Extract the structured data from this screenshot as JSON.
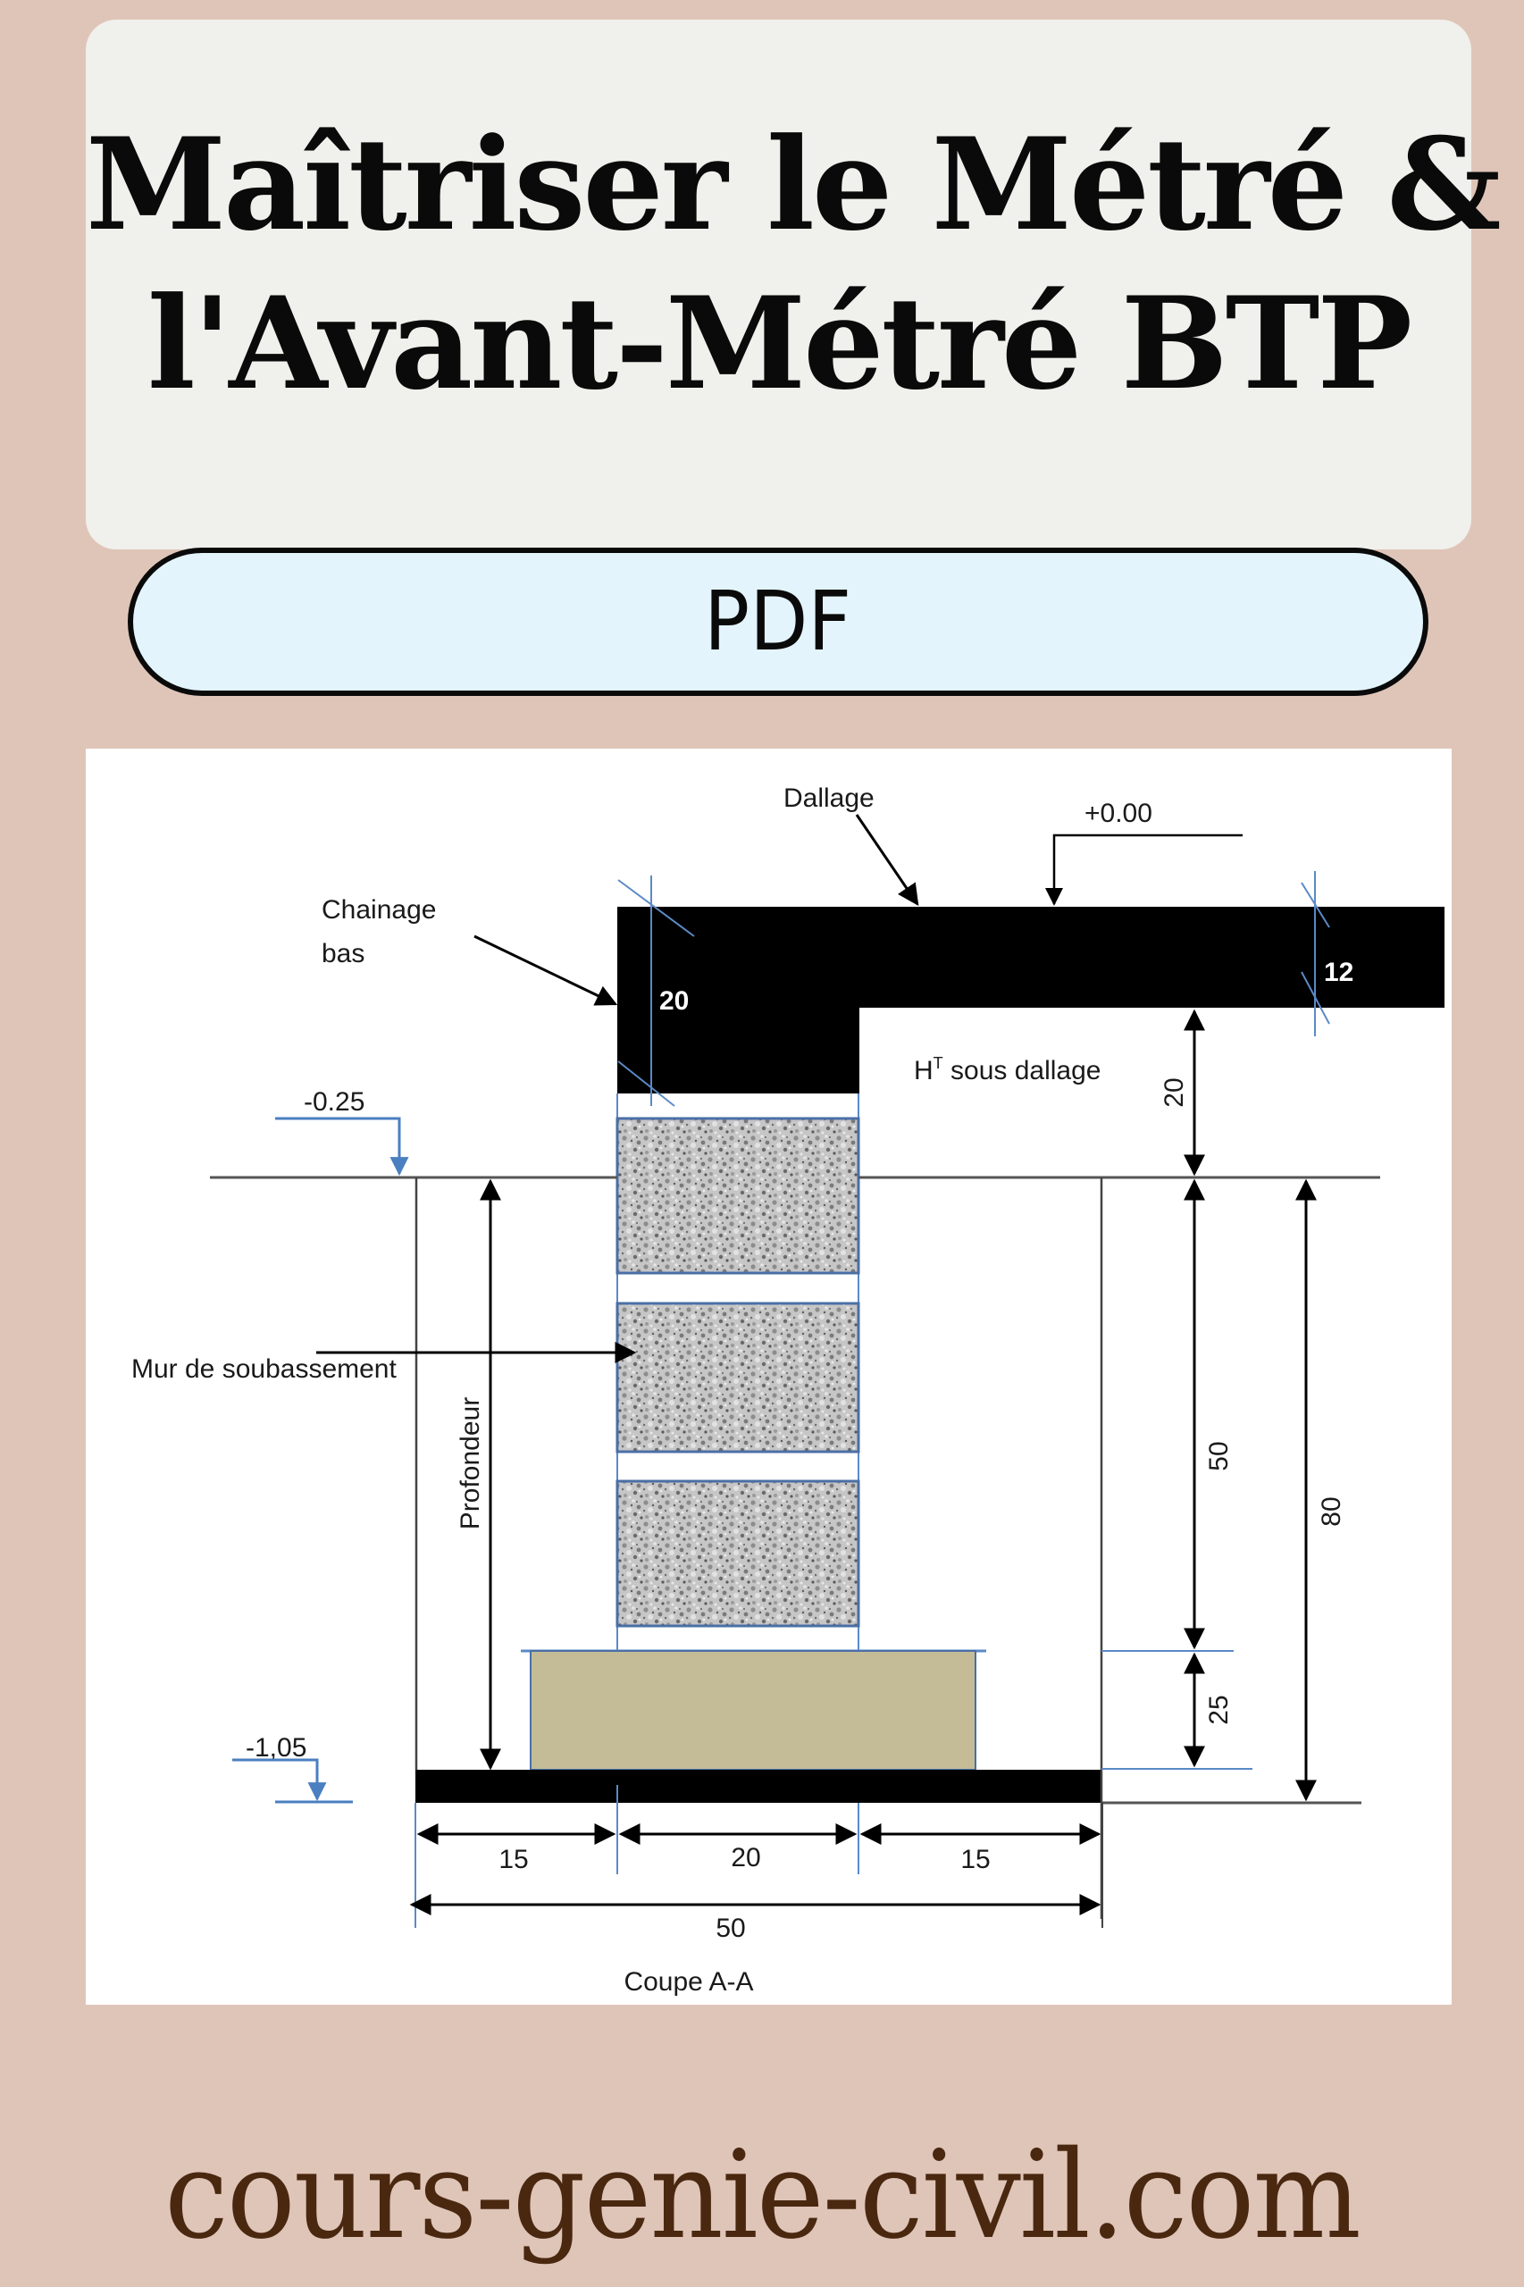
{
  "title": {
    "line1": "Maîtriser le Métré &",
    "line2": "l'Avant-Métré BTP"
  },
  "badge": {
    "label": "PDF"
  },
  "drawing": {
    "caption": "Coupe A-A",
    "labels": {
      "dallage": "Dallage",
      "level_top": "+0.00",
      "chainage_line1": "Chainage",
      "chainage_line2": "bas",
      "chainage_height": "20",
      "slab_thickness": "12",
      "ht_prefix": "H",
      "ht_superscript": "T",
      "ht_suffix": " sous dallage",
      "ht_value": "20",
      "level_ground": "-0.25",
      "level_bottom": "-1,05",
      "wall": "Mur de soubassement",
      "depth": "Profondeur",
      "wall_height": "50",
      "footing_height": "25",
      "total_height": "80",
      "width_left": "15",
      "width_mid": "20",
      "width_right": "15",
      "width_total": "50"
    },
    "colors": {
      "concrete": "#000000",
      "footing": "#c4bc97",
      "aggregate": "#c9c9c9",
      "block_border": "#4a6fa5",
      "guide_blue": "#5b8ac7"
    }
  },
  "footer": {
    "site": "cours-genie-civil.com"
  },
  "colors": {
    "background": "#dfc5b8",
    "title_box": "#f0f0ec",
    "pill_fill": "#e3f4fc",
    "footer_text": "#4a2810"
  }
}
